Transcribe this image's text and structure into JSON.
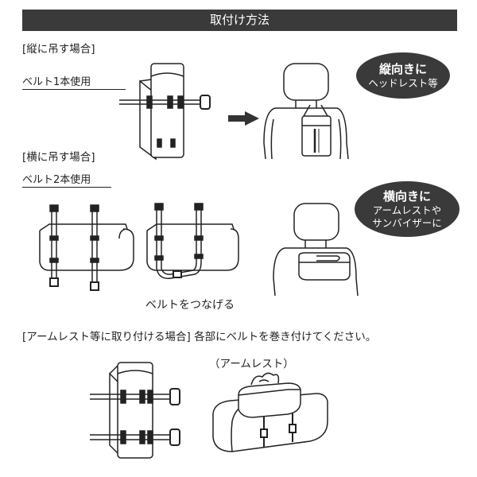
{
  "header": {
    "title": "取付け方法"
  },
  "vertical": {
    "section": "[縦に吊す場合]",
    "belt_label": "ベルト1本使用",
    "bubble_title": "縦向きに",
    "bubble_sub": "ヘッドレスト等"
  },
  "horizontal": {
    "section": "[横に吊す場合]",
    "belt_label": "ベルト2本使用",
    "connect_label": "ベルトをつなげる",
    "bubble_title": "横向きに",
    "bubble_sub_1": "アームレストや",
    "bubble_sub_2": "サンバイザーに"
  },
  "armrest": {
    "instruction": "[アームレスト等に取り付ける場合] 各部にベルトを巻き付けてください。",
    "caption": "（アームレスト）"
  }
}
